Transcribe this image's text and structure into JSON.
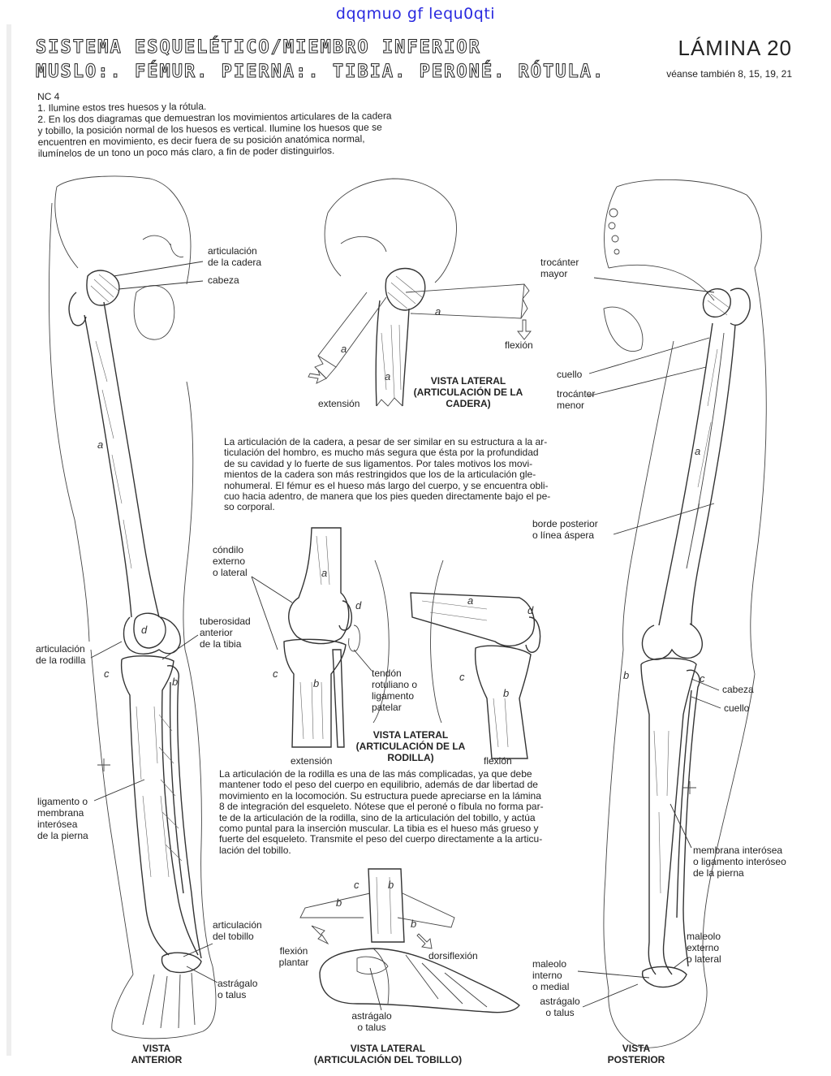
{
  "watermark": "dqqmuo gf lequ0qti",
  "header": {
    "line1": "SISTEMA ESQUELÉTICO/MIEMBRO INFERIOR",
    "line2": "MUSLO:. FÉMUR. PIERNA:. TIBIA. PERONÉ. RÓTULA.",
    "lamina": "LÁMINA 20",
    "see_also": "véanse también 8, 15, 19, 21"
  },
  "instructions": {
    "nc": "NC 4",
    "step1": "1. Ilumine estos tres huesos y la rótula.",
    "step2a": "2. En los dos diagramas que demuestran los movimientos articulares de la cadera",
    "step2b": "y tobillo, la posición normal de los huesos es vertical. Ilumine los huesos que se",
    "step2c": "encuentren en movimiento, es decir fuera de su posición anatómica normal,",
    "step2d": "ilumínelos de un tono un poco más claro, a fin de poder distinguirlos."
  },
  "labels": {
    "art_cadera_1": "articulación",
    "art_cadera_2": "de la cadera",
    "cabeza_left": "cabeza",
    "trocanter_mayor_1": "trocánter",
    "trocanter_mayor_2": "mayor",
    "flexion_hip": "flexión",
    "cuello_right": "cuello",
    "trocanter_menor_1": "trocánter",
    "trocanter_menor_2": "menor",
    "extension_hip": "extensión",
    "borde_1": "borde posterior",
    "borde_2": "o línea áspera",
    "condilo_1": "cóndilo",
    "condilo_2": "externo",
    "condilo_3": "o lateral",
    "tuberosidad_1": "tuberosidad",
    "tuberosidad_2": "anterior",
    "tuberosidad_3": "de la tibia",
    "art_rodilla_1": "articulación",
    "art_rodilla_2": "de la rodilla",
    "tendon_1": "tendón",
    "tendon_2": "rotuliano o",
    "tendon_3": "ligamento",
    "tendon_4": "patelar",
    "extension_knee": "extensión",
    "flexion_knee": "flexión",
    "cabeza_right": "cabeza",
    "cuello_fib": "cuello",
    "lig_1": "ligamento o",
    "lig_2": "membrana",
    "lig_3": "interósea",
    "lig_4": "de la pierna",
    "mem_1": "membrana interósea",
    "mem_2": "o ligamento interóseo",
    "mem_3": "de la pierna",
    "art_tobillo_1": "articulación",
    "art_tobillo_2": "del tobillo",
    "flexion_plantar_1": "flexión",
    "flexion_plantar_2": "plantar",
    "dorsiflexion": "dorsiflexión",
    "maleolo_ext_1": "maleolo",
    "maleolo_ext_2": "externo",
    "maleolo_ext_3": "o lateral",
    "maleolo_int_1": "maleolo",
    "maleolo_int_2": "interno",
    "maleolo_int_3": "o medial",
    "astragalo_left_1": "astrágalo",
    "astragalo_left_2": "o talus",
    "astragalo_mid_1": "astrágalo",
    "astragalo_mid_2": "o talus",
    "astragalo_right_1": "astrágalo",
    "astragalo_right_2": "o talus"
  },
  "letters": {
    "a": "a",
    "b": "b",
    "c": "c",
    "d": "d"
  },
  "captions": {
    "hip_1": "VISTA LATERAL",
    "hip_2": "(ARTICULACIÓN DE LA",
    "hip_3": "CADERA)",
    "knee_1": "VISTA LATERAL",
    "knee_2": "(ARTICULACIÓN DE LA",
    "knee_3": "RODILLA)",
    "anterior_1": "VISTA",
    "anterior_2": "ANTERIOR",
    "ankle_1": "VISTA LATERAL",
    "ankle_2": "(ARTICULACIÓN DEL TOBILLO)",
    "posterior_1": "VISTA",
    "posterior_2": "POSTERIOR"
  },
  "paragraphs": {
    "hip": [
      "La articulación de la cadera, a pesar de ser similar en su estructura a la ar-",
      "ticulación del hombro, es mucho más segura que ésta por la profundidad",
      "de su cavidad y lo fuerte de sus ligamentos. Por tales motivos los movi-",
      "mientos de la cadera son más restringidos que los de la articulación gle-",
      "nohumeral. El fémur es el hueso más largo del cuerpo, y se encuentra obli-",
      "cuo hacia adentro, de manera que los pies queden directamente bajo el pe-",
      "so corporal."
    ],
    "knee": [
      "La articulación de la rodilla es una de las más complicadas, ya que debe",
      "mantener todo el peso del cuerpo en equilibrio, además de dar libertad de",
      "movimiento en la locomoción. Su estructura puede apreciarse en la lámina",
      "8 de integración del esqueleto. Nótese que el peroné o fíbula no forma par-",
      "te de la articulación de la rodilla, sino de la articulación del tobillo, y actúa",
      "como puntal para la inserción muscular. La tibia es el hueso más grueso y",
      "fuerte del esqueleto. Transmite el peso del cuerpo directamente a la articu-",
      "lación del tobillo."
    ]
  }
}
